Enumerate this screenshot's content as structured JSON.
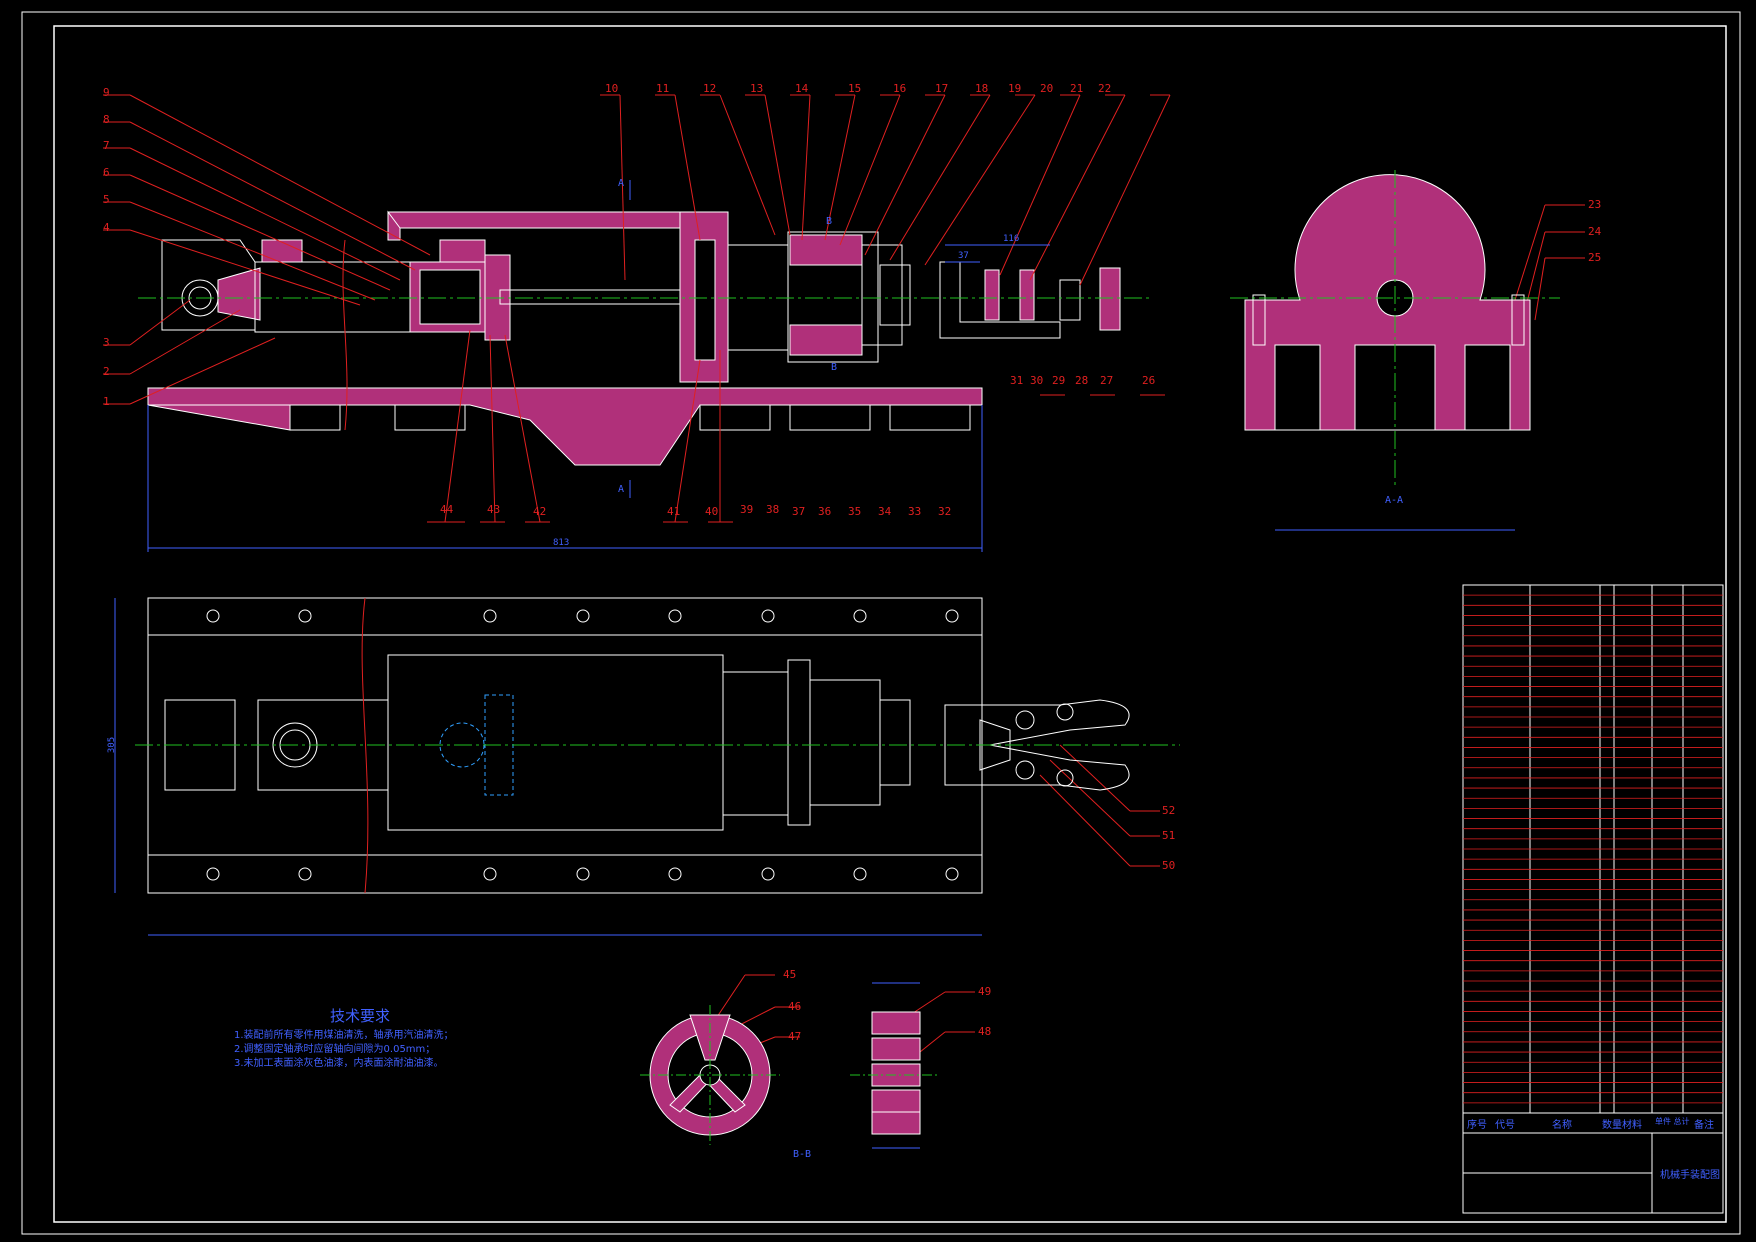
{
  "colors": {
    "background": "#000000",
    "frame": "#ffffff",
    "section_fill": "#b0307a",
    "leader": "#e02020",
    "centerline": "#20c020",
    "dimension": "#4060ff",
    "hidden": "#30a0ff"
  },
  "part_labels_top": [
    "9",
    "8",
    "7",
    "6",
    "5",
    "4",
    "3",
    "2",
    "1",
    "10",
    "11",
    "12",
    "13",
    "14",
    "15",
    "16",
    "17",
    "18",
    "19",
    "20",
    "21",
    "22"
  ],
  "part_labels_bottom": [
    "44",
    "43",
    "42",
    "41",
    "40",
    "39",
    "38",
    "37",
    "36",
    "35",
    "34",
    "33",
    "32",
    "31",
    "30",
    "29",
    "28",
    "27",
    "26"
  ],
  "part_labels_side": [
    "23",
    "24",
    "25"
  ],
  "part_labels_plan": [
    "52",
    "51",
    "50"
  ],
  "part_labels_detail": [
    "45",
    "46",
    "47",
    "48",
    "49"
  ],
  "dims": {
    "overall_length": "813",
    "width_plan": "305",
    "dim_116": "116",
    "dim_37": "37"
  },
  "view_labels": {
    "section_aa": "A-A",
    "section_bb": "B-B",
    "a_mark": "A",
    "b_mark": "B"
  },
  "tech_req": {
    "title": "技术要求",
    "lines": [
      "1.装配前所有零件用煤油清洗，轴承用汽油清洗；",
      "2.调整固定轴承时应留轴向间隙为0.05mm；",
      "3.未加工表面涂灰色油漆，内表面涂耐油油漆。"
    ]
  },
  "title_block": {
    "headers": [
      "序号",
      "代号",
      "名称",
      "数量",
      "材料",
      "单件 总计",
      "备注"
    ],
    "drawing_title": "机械手装配图"
  }
}
